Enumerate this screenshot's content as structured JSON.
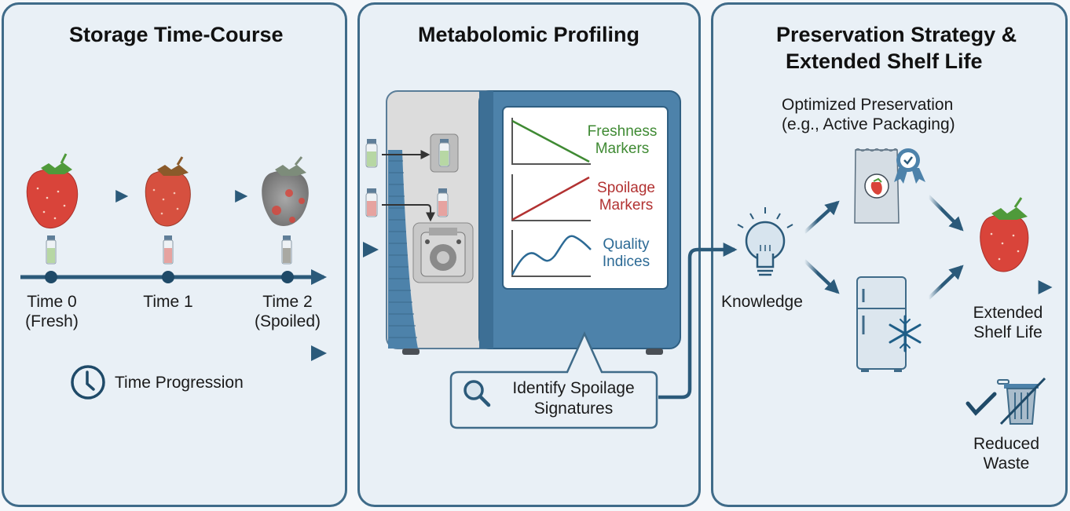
{
  "panels": {
    "storage": {
      "title": "Storage Time-Course",
      "timepoints": [
        {
          "label": "Time 0",
          "sub": "(Fresh)"
        },
        {
          "label": "Time 1",
          "sub": ""
        },
        {
          "label": "Time 2",
          "sub": "(Spoiled)"
        }
      ],
      "progression_label": "Time Progression"
    },
    "profiling": {
      "title": "Metabolomic Profiling",
      "screen_plots": [
        {
          "label_line1": "Freshness",
          "label_line2": "Markers",
          "color": "#3f8a33"
        },
        {
          "label_line1": "Spoilage",
          "label_line2": "Markers",
          "color": "#b23232"
        },
        {
          "label_line1": "Quality",
          "label_line2": "Indices",
          "color": "#2c6a95"
        }
      ],
      "callout_line1": "Identify Spoilage",
      "callout_line2": "Signatures"
    },
    "preservation": {
      "title_line1": "Preservation Strategy &",
      "title_line2": "Extended Shelf Life",
      "subtitle_line1": "Optimized Preservation",
      "subtitle_line2": "(e.g., Active Packaging)",
      "knowledge_label": "Knowledge",
      "outcome_line1": "Extended",
      "outcome_line2": "Shelf Life",
      "waste_line1": "Reduced",
      "waste_line2": "Waste"
    }
  },
  "colors": {
    "accent": "#2b5a7a",
    "panel_bg": "#e9f0f6",
    "panel_border": "#3f6b89",
    "instrument_blue": "#4d82aa",
    "strawberry": "#d9443a"
  }
}
